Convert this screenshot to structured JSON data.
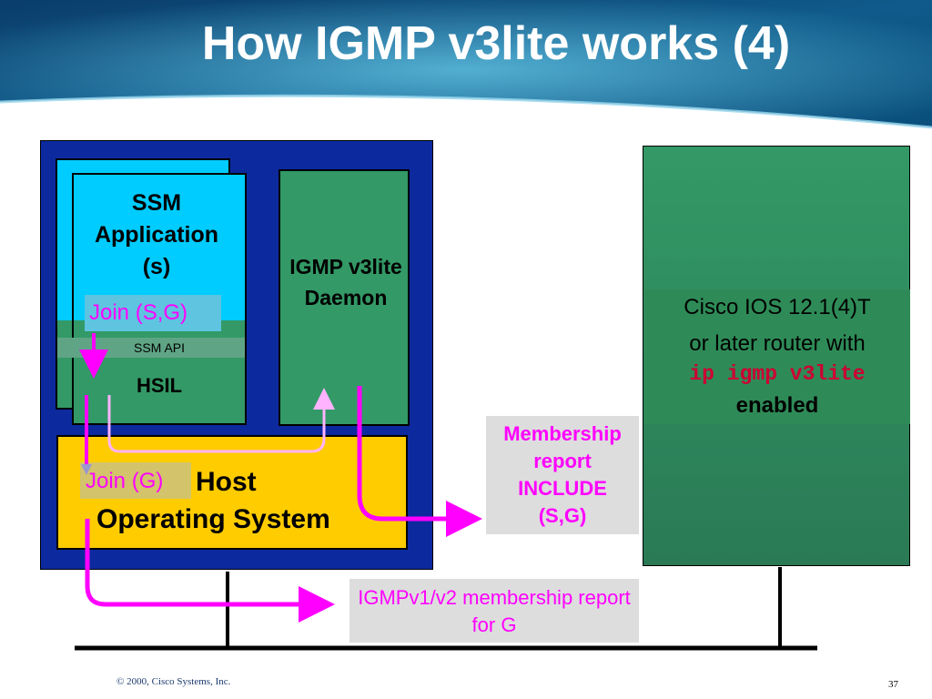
{
  "slide": {
    "title": "How IGMP v3lite works (4)",
    "footer": "© 2000, Cisco Systems, Inc.",
    "page_number": "37"
  },
  "host": {
    "app_label": "SSM Application (s)",
    "join_sg": "Join (S,G)",
    "ssm_api": "SSM API",
    "hsil": "HSIL",
    "daemon": "IGMP v3lite Daemon",
    "join_g": "Join (G)",
    "os_line1": "Host",
    "os_line2": "Operating System"
  },
  "messages": {
    "membership_report": "Membership report INCLUDE (S,G)",
    "igmp_report": "IGMPv1/v2 membership report for G"
  },
  "router": {
    "line1": "Cisco IOS 12.1(4)T",
    "line2": "or later router with",
    "command": "ip igmp v3lite",
    "line4": "enabled"
  },
  "colors": {
    "host_bg": "#0c2a9e",
    "app_bg": "#00ccff",
    "green": "#339966",
    "os_bg": "#ffcc00",
    "arrow": "#ff00ff",
    "arrow_light": "#ffb3ff",
    "router_panel": "#2e8b57",
    "command_color": "#cc0033"
  }
}
